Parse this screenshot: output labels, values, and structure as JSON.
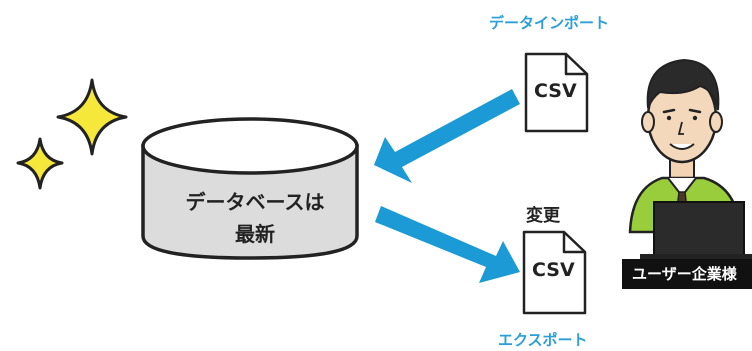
{
  "labels": {
    "import": "データインポート",
    "export": "エクスポート",
    "change": "変更",
    "db_line1": "データベースは",
    "db_line2": "最新",
    "csv_top": "CSV",
    "csv_bottom": "CSV",
    "user_badge": "ユーザー企業様"
  },
  "colors": {
    "accent_blue": "#2a9fd8",
    "arrow_blue": "#1b9ad6",
    "sparkle": "#f5e83a",
    "shirt": "#9acd3c"
  },
  "icons": [
    "sparkle-icon",
    "database-icon",
    "csv-file-icon",
    "person-icon",
    "laptop-icon"
  ]
}
